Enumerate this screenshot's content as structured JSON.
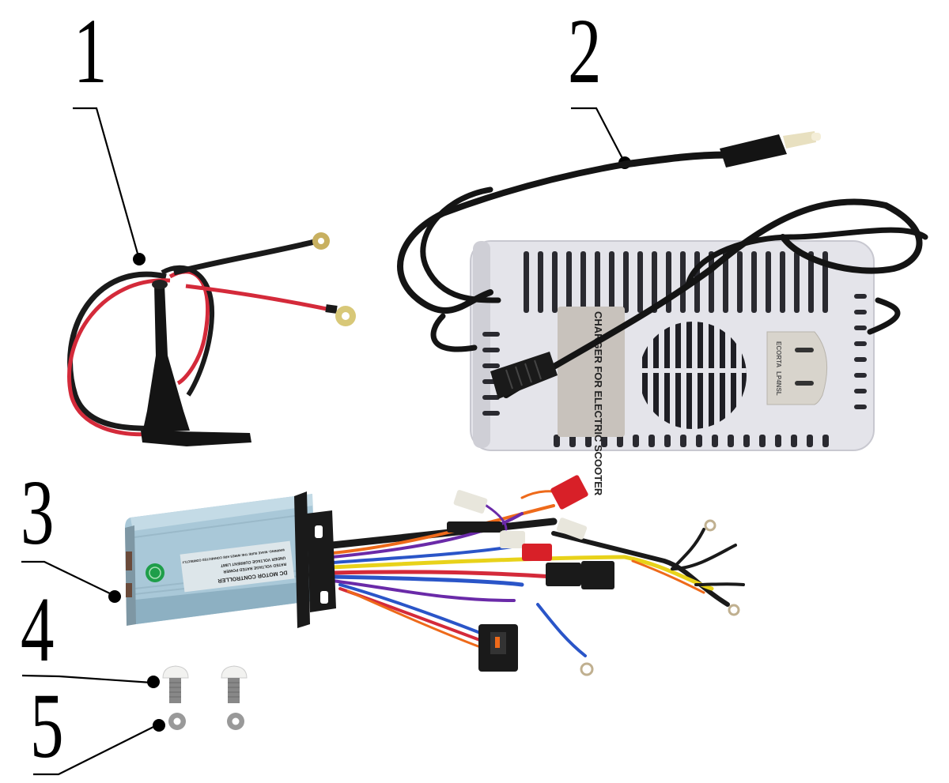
{
  "diagram": {
    "type": "exploded-parts-diagram",
    "background": "#ffffff",
    "callouts": [
      {
        "number": "1",
        "part": "battery terminal cable with charging port"
      },
      {
        "number": "2",
        "part": "battery charger with power cord"
      },
      {
        "number": "3",
        "part": "DC motor controller with wiring harness"
      },
      {
        "number": "4",
        "part": "button head screw"
      },
      {
        "number": "5",
        "part": "washer"
      }
    ],
    "charger": {
      "label_text": "CHARGER FOR ELECTRIC SCOOTER",
      "plate_text_top": "ECORTA",
      "plate_text_bottom": "LP4NSL"
    },
    "controller": {
      "label_line1": "DC MOTOR CONTROLLER",
      "label_line2": "RATED VOLTAGE  RATED POWER",
      "label_line3": "UNDER VOLTAGE  CURRENT LIMIT",
      "label_line4": "WARNING: MAKE SURE THE WIRES ARE CONNECTED CORRECTLY",
      "badge_color": "#1e9e4a"
    },
    "colors": {
      "cable_black": "#1a1a1a",
      "wire_red": "#d42a3a",
      "wire_yellow": "#e8d21a",
      "wire_blue": "#2a55c8",
      "wire_purple": "#6a2aa8",
      "wire_orange": "#ee6a1a",
      "connector_red": "#d82028",
      "connector_white": "#e8e6dc",
      "charger_body": "#e6e6ec",
      "controller_body": "#a9c8d8"
    }
  }
}
